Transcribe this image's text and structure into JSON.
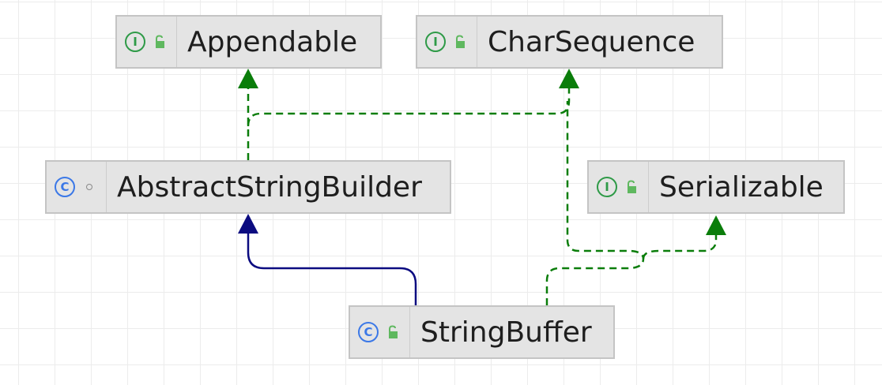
{
  "nodes": {
    "appendable": {
      "name": "Appendable",
      "kind_letter": "I",
      "kind": "interface"
    },
    "charsequence": {
      "name": "CharSequence",
      "kind_letter": "I",
      "kind": "interface"
    },
    "abstractstringbuilder": {
      "name": "AbstractStringBuilder",
      "kind_letter": "C",
      "kind": "class"
    },
    "serializable": {
      "name": "Serializable",
      "kind_letter": "I",
      "kind": "interface"
    },
    "stringbuffer": {
      "name": "StringBuffer",
      "kind_letter": "C",
      "kind": "class"
    }
  },
  "edges": [
    {
      "from": "AbstractStringBuilder",
      "to": "Appendable",
      "type": "implements"
    },
    {
      "from": "AbstractStringBuilder",
      "to": "CharSequence",
      "type": "implements"
    },
    {
      "from": "StringBuffer",
      "to": "AbstractStringBuilder",
      "type": "extends"
    },
    {
      "from": "StringBuffer",
      "to": "CharSequence",
      "type": "implements"
    },
    {
      "from": "StringBuffer",
      "to": "Serializable",
      "type": "implements"
    }
  ],
  "colors": {
    "implements_edge": "#0a7d0a",
    "extends_edge": "#0b0b80",
    "interface_icon": "#2e9a47",
    "class_icon": "#3b78e7",
    "public_lock": "#5fb85f",
    "node_fill": "#e4e4e4",
    "node_border": "#c4c4c4"
  },
  "icons": {
    "interface": "interface-icon",
    "class": "class-icon",
    "public": "unlocked-padlock-icon",
    "package_private": "package-private-dot-icon"
  }
}
